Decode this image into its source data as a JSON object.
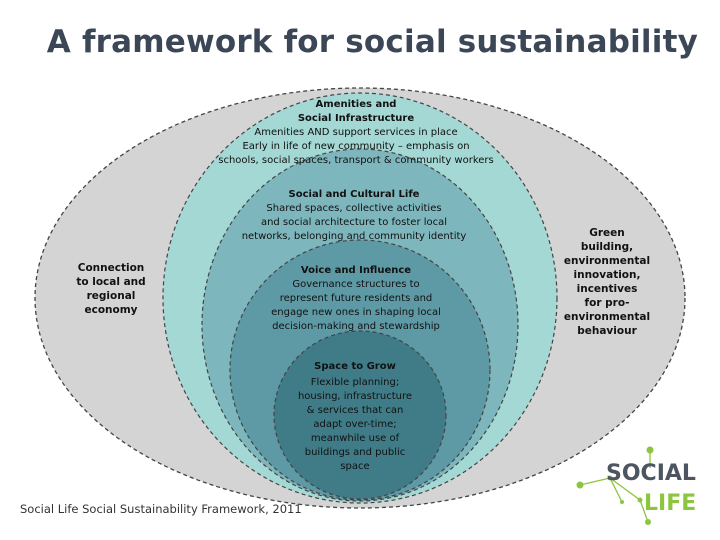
{
  "title": "A framework for social sustainability",
  "caption": "Social Life Social Sustainability Framework, 2011",
  "colors": {
    "outer_ellipse": "#d4d4d4",
    "ring_amenities": "#a3d8d4",
    "ring_social": "#7eb6bd",
    "ring_voice": "#5d9aa6",
    "ring_space": "#3f7c88",
    "title_text": "#3b4656",
    "logo_green": "#8cc63f",
    "logo_dark": "#4d5560"
  },
  "diagram": {
    "left_side": [
      "Connection",
      "to local and",
      "regional",
      "economy"
    ],
    "right_side": [
      "Green",
      "building,",
      "environmental",
      "innovation,",
      "incentives",
      "for pro-",
      "environmental",
      "behaviour"
    ],
    "amenities": {
      "heading": [
        "Amenities and",
        "Social Infrastructure"
      ],
      "body": [
        "Amenities AND support services in place",
        "Early in life of new community – emphasis on",
        "schools, social spaces, transport & community workers"
      ]
    },
    "social": {
      "heading": [
        "Social and Cultural Life"
      ],
      "body": [
        "Shared spaces, collective activities",
        "and social architecture to foster local",
        "networks, belonging and community identity"
      ]
    },
    "voice": {
      "heading": [
        "Voice and Influence"
      ],
      "body": [
        "Governance structures to",
        "represent future residents and",
        "engage new ones in shaping local",
        "decision-making and stewardship"
      ]
    },
    "space": {
      "heading": [
        "Space to Grow"
      ],
      "body": [
        "Flexible planning;",
        "housing, infrastructure",
        "& services that can",
        "adapt over-time;",
        "meanwhile use of",
        "buildings and public",
        "space"
      ]
    }
  },
  "logo": {
    "line1": "SOCIAL",
    "line2": "LIFE"
  }
}
